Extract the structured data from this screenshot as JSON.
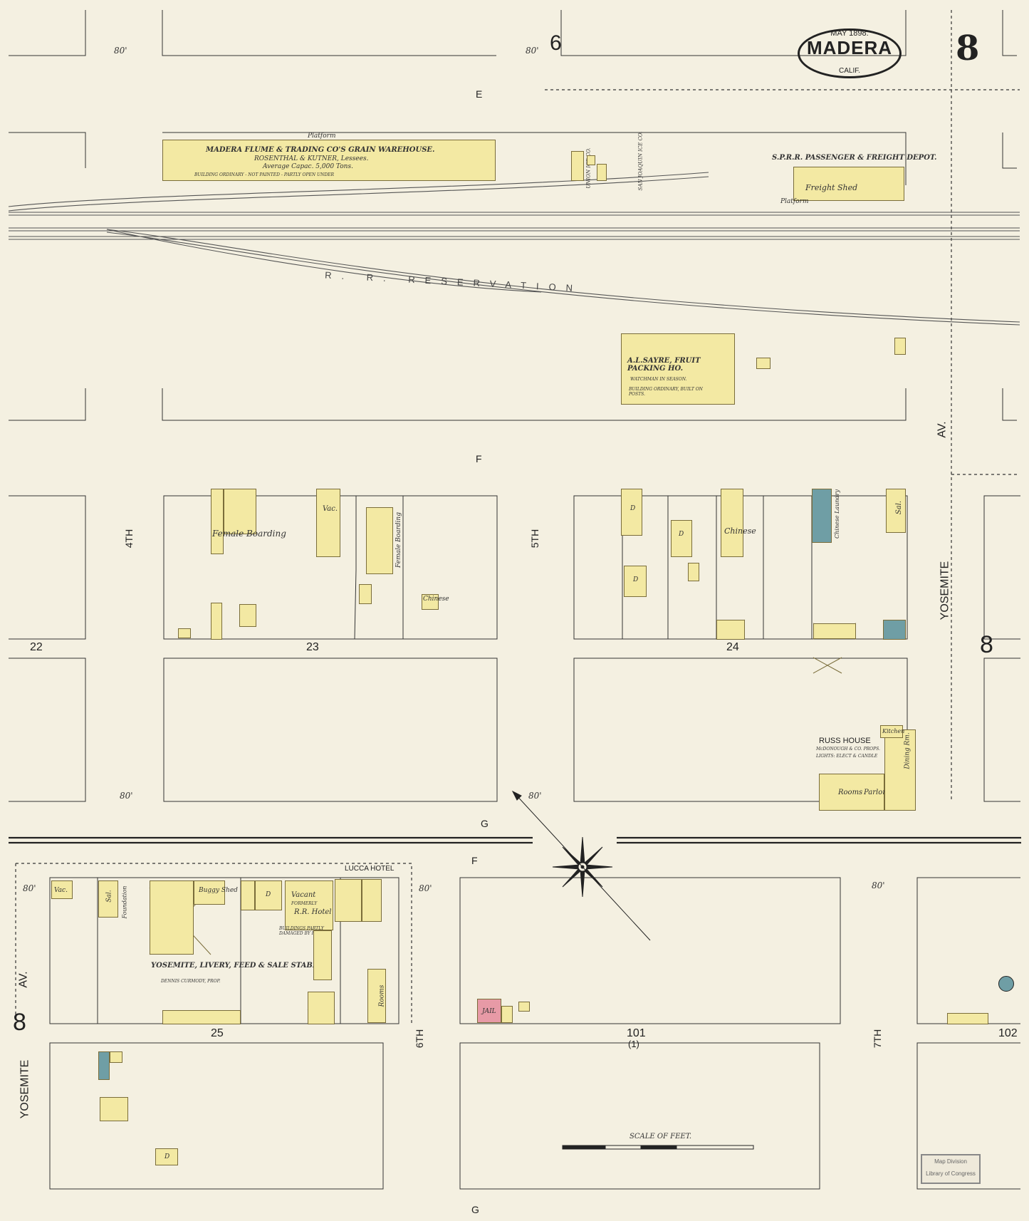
{
  "header": {
    "date": "MAY 1898.",
    "city": "MADERA",
    "state": "CALIF.",
    "sheet_number": "8",
    "adjacent_sheet": "6"
  },
  "streets": {
    "e": "E",
    "f": "F",
    "f_south": "F",
    "g": "G",
    "g_south": "G",
    "fourth": "4TH",
    "fifth": "5TH",
    "sixth": "6TH",
    "seventh": "7TH",
    "yosemite_right": "YOSEMITE",
    "av_right": "AV.",
    "yosemite_left": "YOSEMITE",
    "av_left": "AV.",
    "rr_reservation": "R. R. RESERVATION"
  },
  "blocks": {
    "b22": "22",
    "b23": "23",
    "b24": "24",
    "b25": "25",
    "b101": "101",
    "b101_sub": "(1)",
    "b102": "102",
    "map_ref_left": "8",
    "map_ref_right": "8"
  },
  "dimensions": {
    "d80": "80'"
  },
  "buildings": {
    "warehouse_title": "MADERA FLUME & TRADING CO'S GRAIN WAREHOUSE.",
    "warehouse_lessees": "ROSENTHAL & KUTNER, Lessees.",
    "warehouse_capacity": "Average Capac. 5,000 Tons.",
    "warehouse_note": "BUILDING ORDINARY - NOT PAINTED - PARTLY OPEN UNDER",
    "warehouse_platform": "Platform",
    "depot_title": "S.P.R.R. PASSENGER & FREIGHT DEPOT.",
    "freight_shed": "Freight Shed",
    "depot_platform": "Platform",
    "union_ice": "UNION ICE CO.",
    "san_joaquin_ice": "SAN JOAQUIN ICE CO.",
    "sayre_title": "A.L.SAYRE, FRUIT PACKING HO.",
    "sayre_watchman": "WATCHMAN IN SEASON.",
    "sayre_note": "BUILDING ORDINARY, BUILT ON POSTS.",
    "female_boarding": "Female Boarding",
    "female_boarding_2": "Female Boarding",
    "vac": "Vac.",
    "chinese": "Chinese",
    "chinese_2": "Chinese",
    "sal": "Sal.",
    "chinese_laundry": "Chinese Laundry",
    "russ_house": "RUSS HOUSE",
    "russ_owner": "McDONOUGH & CO. PROPS.",
    "russ_lights": "LIGHTS: ELECT & CANDLE",
    "rooms": "Rooms",
    "parlor": "Parlor",
    "dining_rm": "Dining Rm.",
    "kitchen": "Kitchen",
    "lucca_hotel": "LUCCA HOTEL",
    "rr_hotel": "R.R. Hotel",
    "vacant": "Vacant",
    "formerly": "FORMERLY",
    "damaged": "BUILDINGS PARTLY DAMAGED BY FIRE",
    "yosemite_stable": "YOSEMITE, LIVERY, FEED & SALE STABLE.",
    "stable_owner": "DENNIS CURMODY, PROP.",
    "buggy_shed": "Buggy Shed",
    "foundation": "Foundation",
    "jail": "JAIL",
    "d": "D"
  },
  "scale": {
    "label": "SCALE OF FEET."
  },
  "stamp": {
    "line1": "Map Division",
    "line2": "Library of Congress"
  },
  "colors": {
    "paper": "#f4f0e1",
    "frame_brick": "#f3e9a3",
    "stone": "#6f9ea5",
    "brick": "#e79aa6"
  }
}
